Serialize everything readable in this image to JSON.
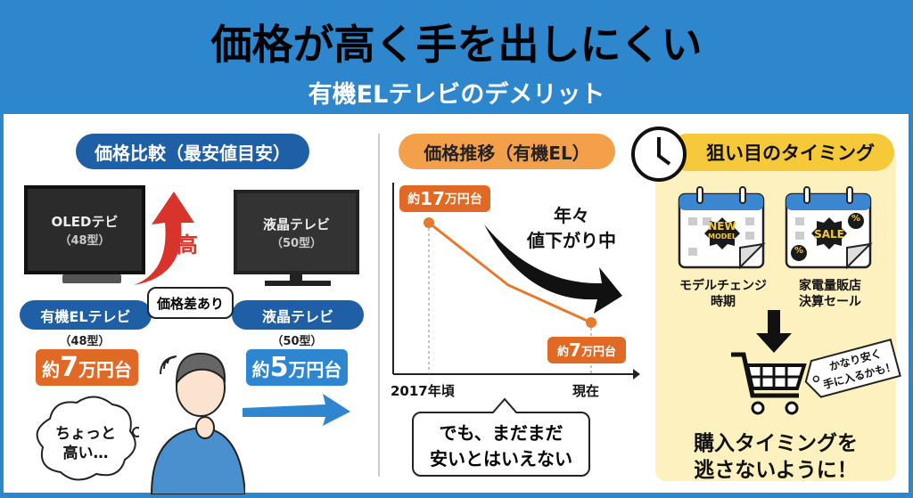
{
  "header": {
    "title": "価格が高く手を出しにくい",
    "subtitle": "有機ELテレビのデメリット"
  },
  "colors": {
    "background": "#2e86cc",
    "blue_pill": "#1f5fa5",
    "orange": "#e06a25",
    "orange_pill": "#f4a04a",
    "yellow_pill": "#f6c93b",
    "yellow_panel": "#fdf1c0",
    "red_arrow": "#d9342b"
  },
  "comparison": {
    "heading": "価格比較（最安値目安）",
    "oled_tv": {
      "screen_line1": "OLEDテビ",
      "screen_line2": "（48型）",
      "label": "有機ELテレビ",
      "size": "（48型）",
      "price_prefix": "約",
      "price_num": "7",
      "price_suffix": "万円台"
    },
    "lcd_tv": {
      "screen_line1": "液晶テレビ",
      "screen_line2": "（50型）",
      "label": "液晶テレビ",
      "size": "（50型）",
      "price_prefix": "約",
      "price_num": "5",
      "price_suffix": "万円台"
    },
    "high_label": "高",
    "difference_callout": "価格差あり",
    "thought_line1": "ちょっと",
    "thought_line2": "高い…"
  },
  "trend": {
    "heading": "価格推移（有機EL）",
    "start_label_prefix": "約",
    "start_label_num": "17",
    "start_label_suffix": "万円台",
    "end_label_prefix": "約",
    "end_label_num": "7",
    "end_label_suffix": "万円台",
    "x_start": "2017年頃",
    "x_end": "現在",
    "arrow_line1": "年々",
    "arrow_line2": "値下がり中",
    "note_line1": "でも、まだまだ",
    "note_line2": "安いとはいえない"
  },
  "timing": {
    "heading": "狙い目のタイミング",
    "icon": "clock-icon",
    "calendar1": {
      "badge_line1": "NEW",
      "badge_line2": "MODEL",
      "label_line1": "モデルチェンジ",
      "label_line2": "時期"
    },
    "calendar2": {
      "badge": "SALE",
      "percent": "%",
      "label_line1": "家電量販店",
      "label_line2": "決算セール"
    },
    "tag_line1": "かなり安く",
    "tag_line2": "手に入るかも！",
    "cta_line1": "購入タイミングを",
    "cta_line2": "逃さないように！"
  }
}
